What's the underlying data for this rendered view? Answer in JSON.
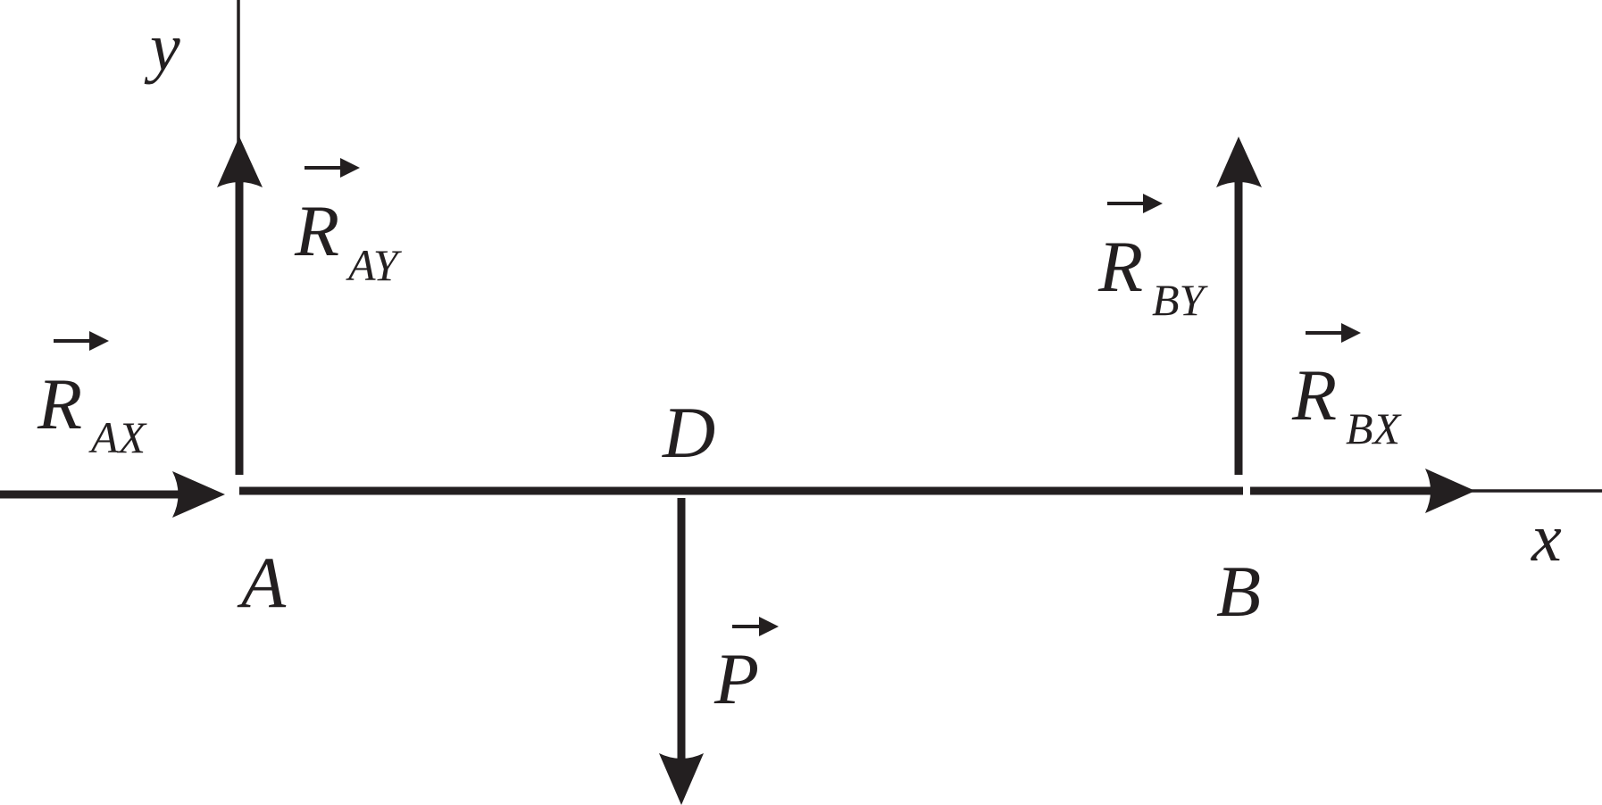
{
  "diagram": {
    "colors": {
      "ink": "#231f20",
      "background": "#ffffff"
    },
    "axes": {
      "x": "x",
      "y": "y"
    },
    "points": {
      "A": "A",
      "B": "B",
      "D": "D"
    },
    "forces": {
      "R_AX": {
        "main": "R",
        "sub": "AX"
      },
      "R_AY": {
        "main": "R",
        "sub": "AY"
      },
      "R_BX": {
        "main": "R",
        "sub": "BX"
      },
      "R_BY": {
        "main": "R",
        "sub": "BY"
      },
      "P": {
        "main": "P"
      }
    }
  }
}
